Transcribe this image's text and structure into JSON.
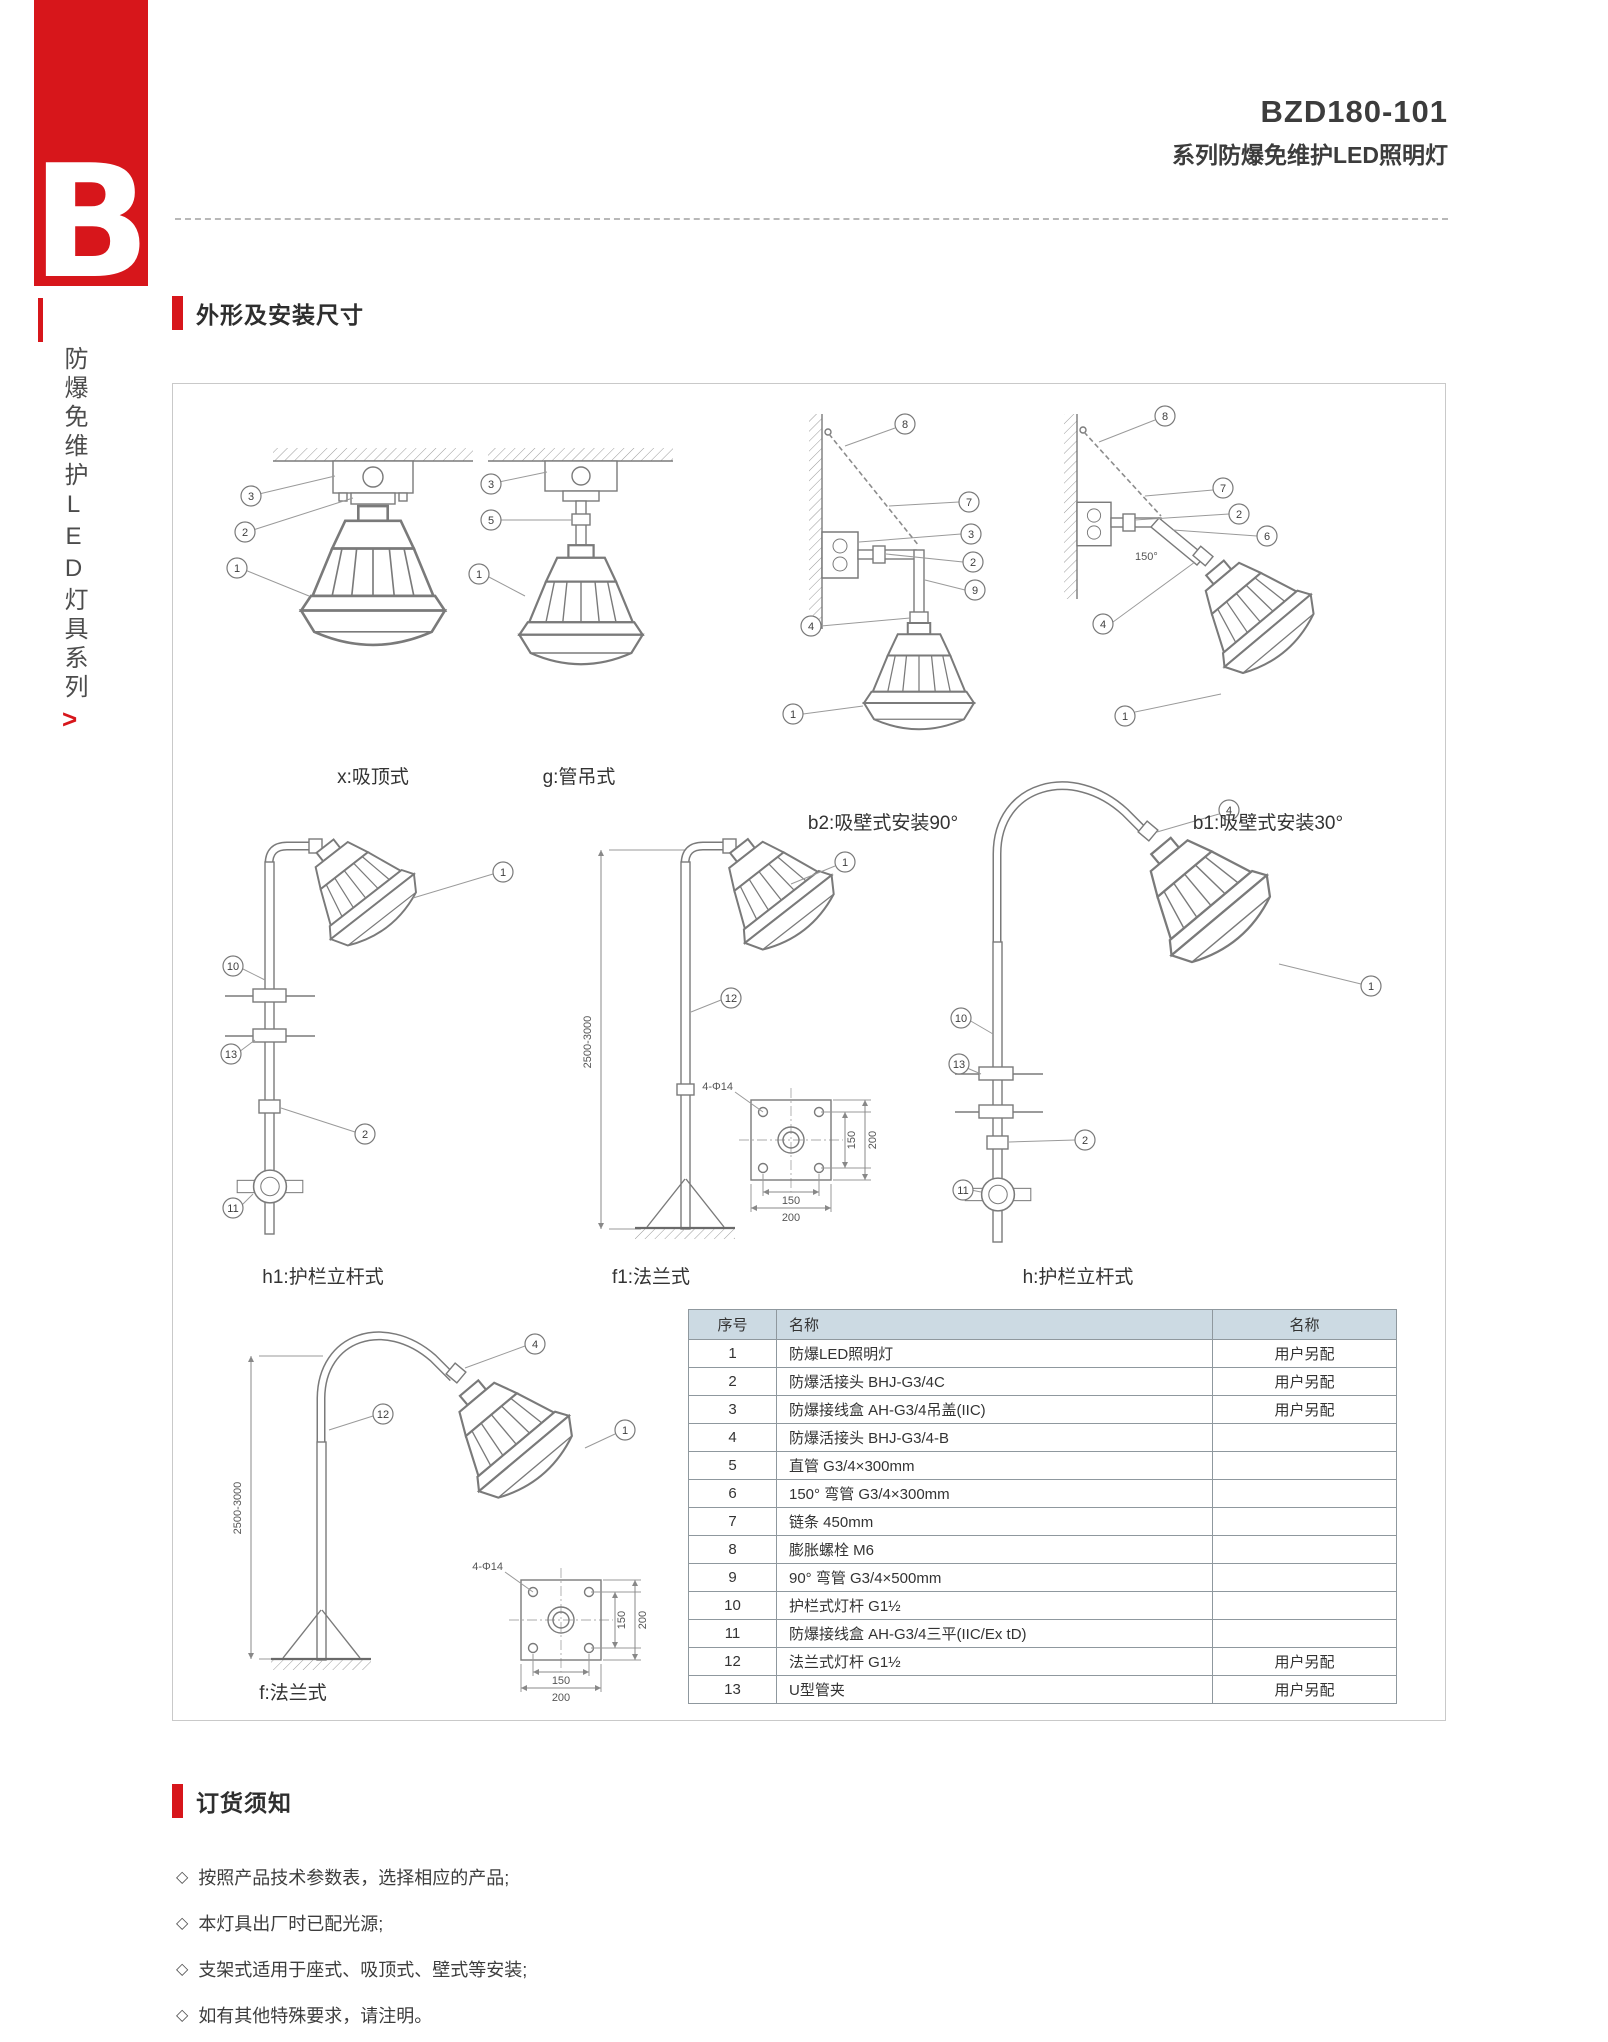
{
  "colors": {
    "accent_red": "#d7161b",
    "table_header_bg": "#ccdae3"
  },
  "header": {
    "model": "BZD180-101",
    "series": "系列防爆免维护LED照明灯"
  },
  "sidebar": {
    "logo_letter": "B",
    "series_vertical": "防爆免维护LED灯具系列",
    "arrow": ">"
  },
  "sections": {
    "dimensions_title": "外形及安装尺寸",
    "ordering_title": "订货须知"
  },
  "drawings": {
    "x_mount": {
      "label": "x:吸顶式",
      "callouts": [
        "3",
        "2",
        "1"
      ]
    },
    "g_mount": {
      "label": "g:管吊式",
      "callouts": [
        "3",
        "5",
        "1"
      ]
    },
    "b2_mount": {
      "label": "b2:吸壁式安装90°",
      "callouts": [
        "8",
        "7",
        "3",
        "2",
        "9",
        "4",
        "1"
      ]
    },
    "b1_mount": {
      "label": "b1:吸壁式安装30°",
      "callouts": [
        "8",
        "7",
        "2",
        "6",
        "4",
        "1"
      ],
      "angle": "150°"
    },
    "h1_mount": {
      "label": "h1:护栏立杆式",
      "callouts": [
        "1",
        "10",
        "13",
        "2",
        "11"
      ]
    },
    "f1_mount": {
      "label": "f1:法兰式",
      "callouts": [
        "1",
        "12"
      ],
      "dim": "2500-3000",
      "flange_note": "4-Φ14",
      "dim150": "150",
      "dim200": "200"
    },
    "h_mount": {
      "label": "h:护栏立杆式",
      "callouts": [
        "4",
        "1",
        "10",
        "13",
        "2",
        "11"
      ]
    },
    "f_mount": {
      "label": "f:法兰式",
      "callouts": [
        "4",
        "12",
        "1"
      ],
      "dim": "2500-3000",
      "flange_note": "4-Φ14",
      "dim150": "150",
      "dim200": "200"
    }
  },
  "table": {
    "headers": [
      "序号",
      "名称",
      "名称"
    ],
    "rows": [
      [
        "1",
        "防爆LED照明灯",
        "用户另配"
      ],
      [
        "2",
        "防爆活接头 BHJ-G3/4C",
        "用户另配"
      ],
      [
        "3",
        "防爆接线盒 AH-G3/4吊盖(IIC)",
        "用户另配"
      ],
      [
        "4",
        "防爆活接头 BHJ-G3/4-B",
        ""
      ],
      [
        "5",
        "直管 G3/4×300mm",
        ""
      ],
      [
        "6",
        "150° 弯管 G3/4×300mm",
        ""
      ],
      [
        "7",
        "链条 450mm",
        ""
      ],
      [
        "8",
        "膨胀螺栓 M6",
        ""
      ],
      [
        "9",
        "90° 弯管 G3/4×500mm",
        ""
      ],
      [
        "10",
        "护栏式灯杆 G1½",
        ""
      ],
      [
        "11",
        "防爆接线盒 AH-G3/4三平(IIC/Ex tD)",
        ""
      ],
      [
        "12",
        "法兰式灯杆 G1½",
        "用户另配"
      ],
      [
        "13",
        "U型管夹",
        "用户另配"
      ]
    ]
  },
  "ordering": {
    "bullet": "◇",
    "notes": [
      "按照产品技术参数表，选择相应的产品;",
      "本灯具出厂时已配光源;",
      "支架式适用于座式、吸顶式、壁式等安装;",
      "如有其他特殊要求，请注明。"
    ]
  }
}
